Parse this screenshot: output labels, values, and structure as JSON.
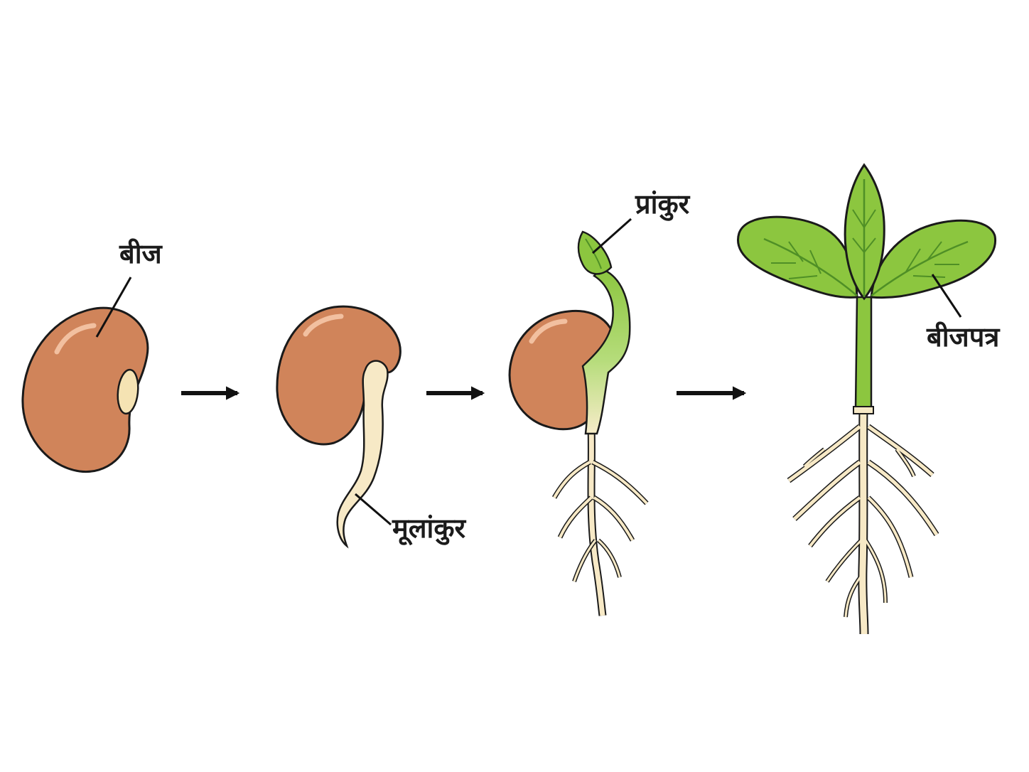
{
  "labels": {
    "seed": "बीज",
    "radicle": "मूलांकुर",
    "plumule": "प्रांकुर",
    "cotyledon": "बीजपत्र"
  },
  "stages": [
    {
      "icon": "bean-seed-icon"
    },
    {
      "icon": "germinating-seed-icon"
    },
    {
      "icon": "sprouting-seedling-icon"
    },
    {
      "icon": "young-plant-icon"
    }
  ],
  "colors": {
    "seed_fill": "#d0845a",
    "seed_outline": "#1a1a1a",
    "root_fill": "#f7e9c6",
    "leaf_fill": "#8cc63f",
    "leaf_vein": "#4f8f26",
    "stem_fill": "#8cc63f",
    "arrow": "#111111"
  }
}
